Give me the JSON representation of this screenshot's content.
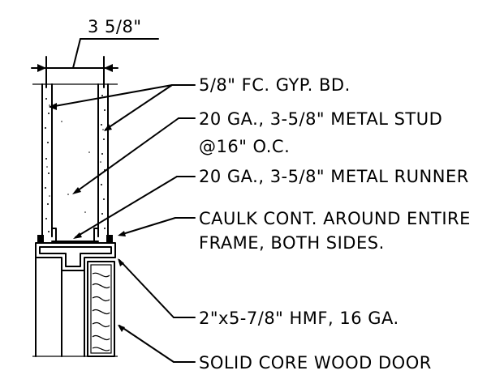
{
  "dimension": {
    "label": "3 5/8\""
  },
  "callouts": [
    {
      "id": "gyp",
      "text": "5/8\" FC. GYP. BD."
    },
    {
      "id": "stud",
      "text": "20 GA., 3-5/8\"  METAL STUD"
    },
    {
      "id": "stud2",
      "text": "@16\" O.C."
    },
    {
      "id": "runner",
      "text": "20 GA., 3-5/8\"  METAL RUNNER"
    },
    {
      "id": "caulk1",
      "text": "CAULK CONT. AROUND ENTIRE"
    },
    {
      "id": "caulk2",
      "text": "FRAME, BOTH SIDES."
    },
    {
      "id": "hmf",
      "text": "2\"x5-7/8\" HMF, 16 GA."
    },
    {
      "id": "door",
      "text": "SOLID CORE WOOD DOOR"
    }
  ]
}
